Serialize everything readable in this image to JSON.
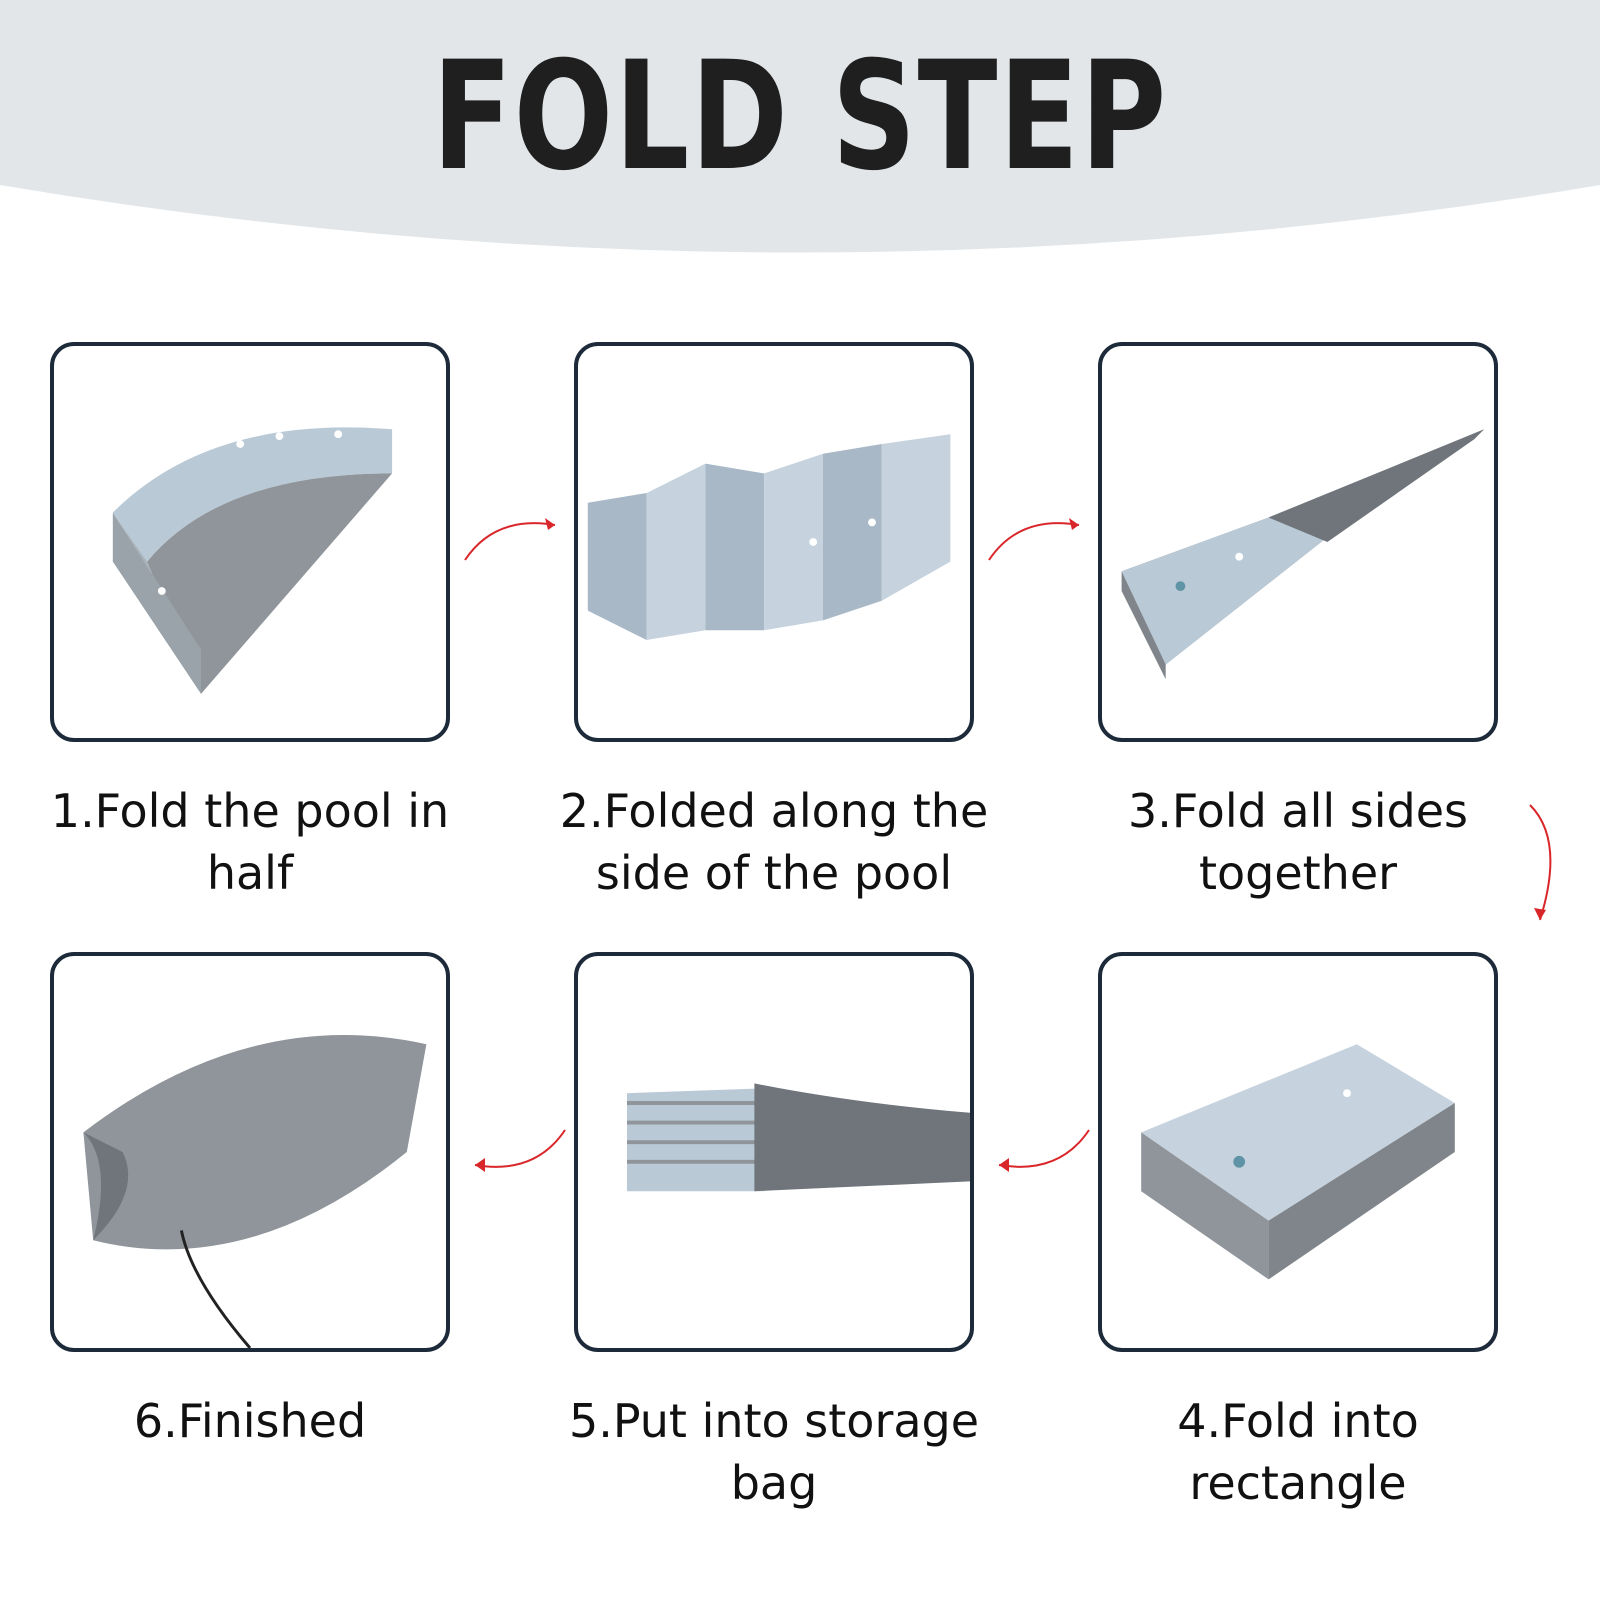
{
  "title": "FOLD STEP",
  "steps": [
    {
      "caption": "1.Fold the pool in half"
    },
    {
      "caption": "2.Folded along the side of the pool"
    },
    {
      "caption": "3.Fold all sides together"
    },
    {
      "caption": "4.Fold into rectangle"
    },
    {
      "caption": "5.Put into storage bag"
    },
    {
      "caption": "6.Finished"
    }
  ],
  "colors": {
    "banner": "#e2e6e8",
    "frame": "#1c2a3a",
    "arrow": "#d9262a",
    "fabric": "#8f959a",
    "print": "#b9c9d6"
  }
}
